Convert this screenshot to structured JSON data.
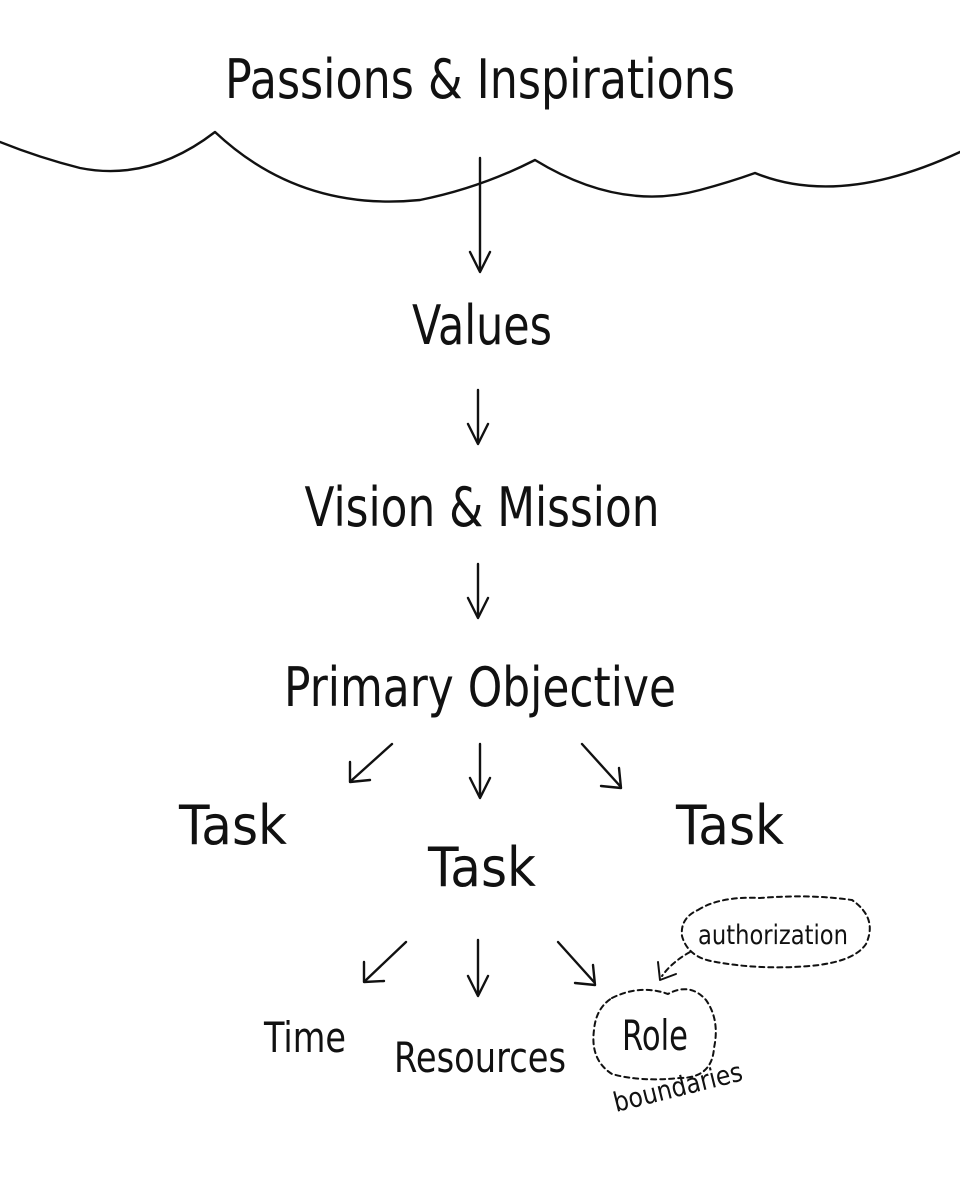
{
  "diagram": {
    "title": "Passions & Inspirations",
    "values": "Values",
    "vision_mission": "Vision & Mission",
    "primary_objective": "Primary Objective",
    "tasks": [
      "Task",
      "Task",
      "Task"
    ],
    "sub_items": {
      "time": "Time",
      "resources": "Resources",
      "role": "Role"
    },
    "authorization": "authorization",
    "boundaries": "boundaries",
    "colors": {
      "ink": "#111111",
      "background": "#ffffff"
    }
  }
}
